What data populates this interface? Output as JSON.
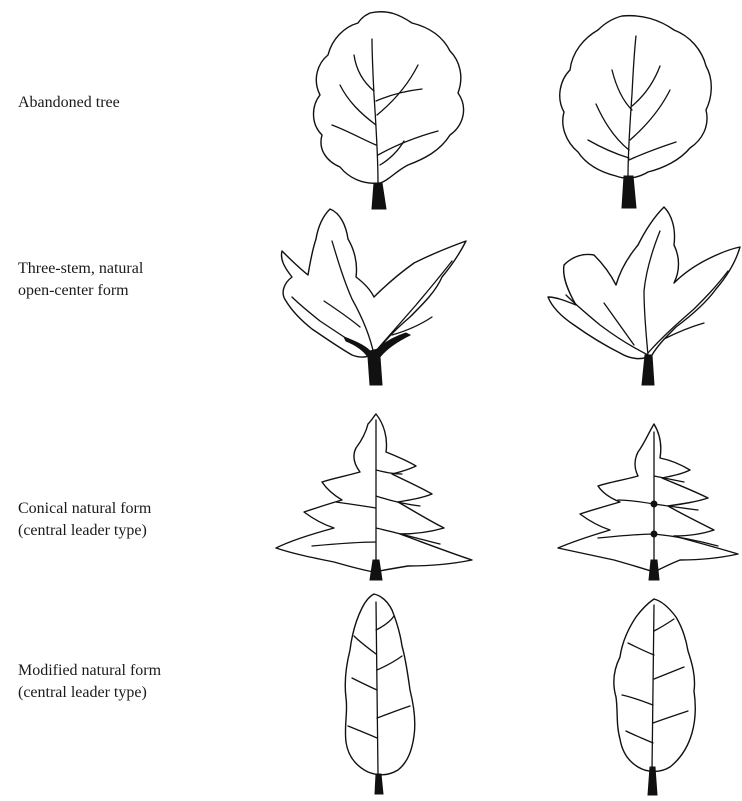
{
  "rows": [
    {
      "lines": [
        "Abandoned tree"
      ],
      "trees": [
        {
          "name": "abandoned-tree-left-drawing"
        },
        {
          "name": "abandoned-tree-right-drawing"
        }
      ]
    },
    {
      "lines": [
        "Three-stem, natural",
        "open-center form"
      ],
      "trees": [
        {
          "name": "open-center-tree-left-drawing"
        },
        {
          "name": "open-center-tree-right-drawing"
        }
      ]
    },
    {
      "lines": [
        "Conical natural form",
        "(central leader type)"
      ],
      "trees": [
        {
          "name": "conical-tree-left-drawing"
        },
        {
          "name": "conical-tree-right-drawing"
        }
      ]
    },
    {
      "lines": [
        "Modified natural form",
        "(central leader type)"
      ],
      "trees": [
        {
          "name": "modified-tree-left-drawing"
        },
        {
          "name": "modified-tree-right-drawing"
        }
      ]
    }
  ]
}
